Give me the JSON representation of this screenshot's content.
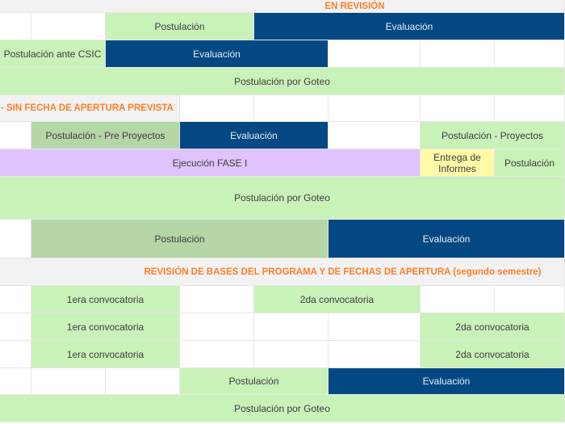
{
  "sections": {
    "en_revision": "EN REVISIÓN",
    "sin_fecha": "- SIN FECHA DE APERTURA PREVISTA",
    "revision_bases": "REVISIÓN DE BASES DEL PROGRAMA Y DE FECHAS DE APERTURA (segundo semestre)"
  },
  "colors": {
    "postulacion": "#c9f2b9",
    "postulacion_dark": "#b5d6a7",
    "evaluacion": "#034882",
    "ejecucion": "#e0c3fc",
    "informes": "#fffaa8",
    "header_text": "#ff7f2a"
  },
  "rows": {
    "r1": {
      "a": "Postulación",
      "b": "Evaluación"
    },
    "r2": {
      "a": "Postulación ante CSIC",
      "b": "Evaluación"
    },
    "r3": {
      "a": "Postulación por Goteo"
    },
    "r5": {
      "a": "Postulación - Pre Proyectos",
      "b": "Evaluación",
      "c": "Postulación - Proyectos"
    },
    "r6": {
      "a": "Ejecución FASE I",
      "b": "Entrega de Informes",
      "c": "Postulación"
    },
    "r7": {
      "a": "Postulación por Goteo"
    },
    "r8": {
      "a": "Postulación",
      "b": "Evaluación"
    },
    "r10": {
      "a": "1era convocatoria",
      "b": "2da convocatoria"
    },
    "r11": {
      "a": "1era convocatoria",
      "b": "2da convocatoria"
    },
    "r12": {
      "a": "1era convocatoria",
      "b": "2da convocatoria"
    },
    "r13": {
      "a": "Postulación",
      "b": "Evaluación"
    },
    "r14": {
      "a": "Postulación por Goteo"
    }
  }
}
